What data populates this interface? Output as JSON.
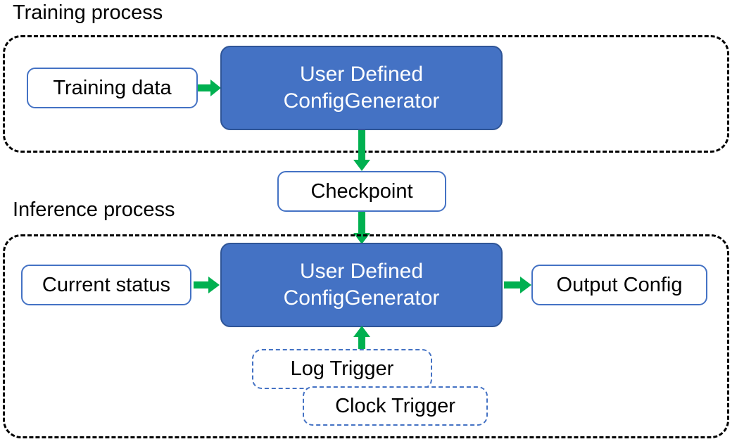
{
  "diagram": {
    "title_training": "Training process",
    "title_inference": "Inference process",
    "colors": {
      "node_fill": "#4472C4",
      "node_border": "#2F5597",
      "outline_node_border": "#4472C4",
      "arrow": "#00B050",
      "container_border": "#000000",
      "text_light": "#FFFFFF",
      "text_dark": "#000000"
    }
  },
  "training": {
    "label": "Training process",
    "input": {
      "label": "Training data"
    },
    "processor": {
      "line1": "User Defined",
      "line2": "ConfigGenerator"
    }
  },
  "checkpoint": {
    "label": "Checkpoint"
  },
  "inference": {
    "label": "Inference process",
    "input": {
      "label": "Current status"
    },
    "processor": {
      "line1": "User Defined",
      "line2": "ConfigGenerator"
    },
    "output": {
      "label": "Output Config"
    },
    "triggers": [
      {
        "label": "Log Trigger"
      },
      {
        "label": "Clock Trigger"
      }
    ]
  },
  "arrows": [
    {
      "name": "training-data-to-processor",
      "direction": "right"
    },
    {
      "name": "training-processor-to-checkpoint",
      "direction": "down"
    },
    {
      "name": "checkpoint-to-inference-processor",
      "direction": "down"
    },
    {
      "name": "current-status-to-processor",
      "direction": "right"
    },
    {
      "name": "processor-to-output-config",
      "direction": "right"
    },
    {
      "name": "triggers-to-processor",
      "direction": "up"
    }
  ]
}
